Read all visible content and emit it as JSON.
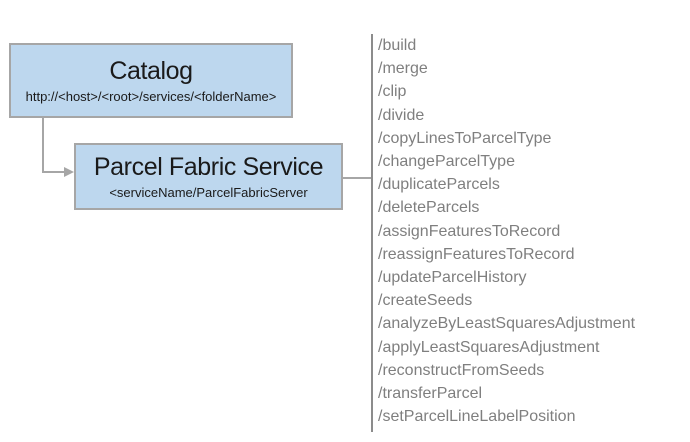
{
  "colors": {
    "box_fill": "#BDD7EE",
    "box_border": "#A6A6A6",
    "box_text": "#1A1A1A",
    "connector": "#A6A6A6",
    "divider": "#8C8C8C",
    "endpoint_text": "#7F7F7F"
  },
  "catalog_box": {
    "title": "Catalog",
    "subtitle": "http://<host>/<root>/services/<folderName>"
  },
  "service_box": {
    "title": "Parcel Fabric Service",
    "subtitle": "<serviceName/ParcelFabricServer"
  },
  "endpoints": [
    "/build",
    "/merge",
    "/clip",
    "/divide",
    "/copyLinesToParcelType",
    "/changeParcelType",
    "/duplicateParcels",
    "/deleteParcels",
    "/assignFeaturesToRecord",
    "/reassignFeaturesToRecord",
    "/updateParcelHistory",
    "/createSeeds",
    "/analyzeByLeastSquaresAdjustment",
    "/applyLeastSquaresAdjustment",
    "/reconstructFromSeeds",
    "/transferParcel",
    "/setParcelLineLabelPosition"
  ]
}
